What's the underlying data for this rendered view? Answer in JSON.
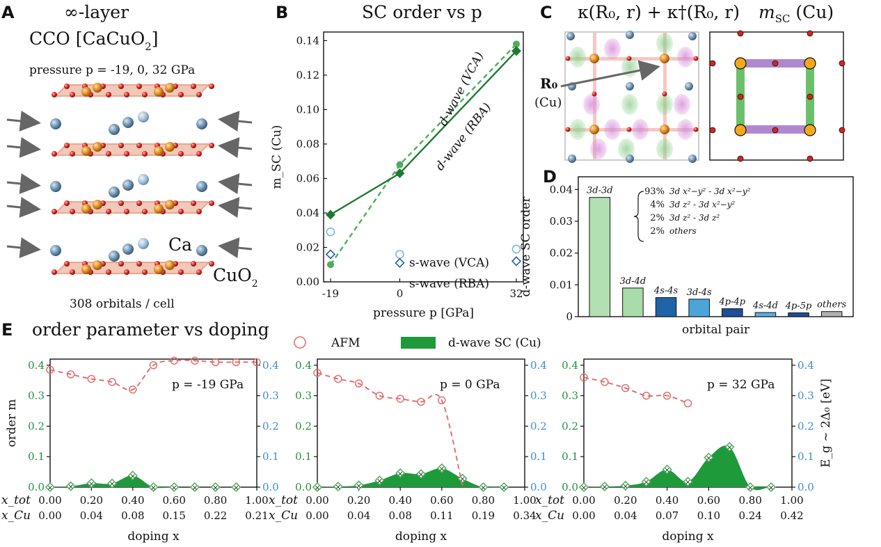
{
  "colors": {
    "dwave_vca": "#4caf5a",
    "dwave_rba": "#1e7a32",
    "swave_vca": "#7ab8e0",
    "swave_rba": "#1f5fa8",
    "afm": "#e07070",
    "sc_fill": "#1f9a3a",
    "gap_axis": "#3a8fd0",
    "bar_3d3d": "#b2e0b2",
    "bar_3d4d": "#a8dca8",
    "bar_4s4s": "#1f63a8",
    "bar_3d4s": "#4aa6d8",
    "bar_4p4p": "#1f4f9a",
    "bar_4s4d": "#5aaee0",
    "bar_4p5p": "#1e4f98",
    "bar_others": "#b0b0b0"
  },
  "panelA": {
    "letter": "A",
    "title1": "∞-layer",
    "title2_pre": "CCO [CaCuO",
    "title2_sub": "2",
    "title2_post": "]",
    "pressure_label": "pressure p = -19, 0, 32 GPa",
    "ca_label": "Ca",
    "cuo2_label": "CuO",
    "cuo2_sub": "2",
    "footer": "308 orbitals / cell"
  },
  "panelC": {
    "letter": "C",
    "title_left": "κ(R₀, r) + κ†(R₀, r)",
    "title_right": "m",
    "title_right_sub": "SC",
    "title_right_post": " (Cu)",
    "r0_label": "R₀",
    "cu_label": "(Cu)"
  },
  "chart_data": [
    {
      "panel": "B",
      "type": "line",
      "title": "SC order vs p",
      "xlabel": "pressure p [GPa]",
      "ylabel": "m_SC (Cu)",
      "x": [
        -19,
        0,
        32
      ],
      "xticks": [
        "-19",
        "0",
        "32"
      ],
      "ylim": [
        0,
        0.145
      ],
      "yticks": [
        "0.00",
        "0.02",
        "0.04",
        "0.06",
        "0.08",
        "0.10",
        "0.12",
        "0.14"
      ],
      "series": [
        {
          "name": "d-wave (VCA)",
          "values": [
            0.01,
            0.068,
            0.138
          ],
          "marker": "circle",
          "style": "dashed"
        },
        {
          "name": "d-wave (RBA)",
          "values": [
            0.039,
            0.063,
            0.134
          ],
          "marker": "diamond",
          "style": "solid"
        },
        {
          "name": "s-wave (VCA)",
          "values": [
            0.029,
            0.016,
            0.019
          ],
          "marker": "open-circle"
        },
        {
          "name": "s-wave (RBA)",
          "values": [
            0.016,
            0.011,
            0.012
          ],
          "marker": "open-diamond"
        }
      ]
    },
    {
      "panel": "D",
      "type": "bar",
      "xlabel": "orbital pair",
      "ylabel": "d-wave SC order",
      "ylim": [
        0,
        0.044
      ],
      "yticks": [
        "0",
        "0.01",
        "0.02",
        "0.03",
        "0.04"
      ],
      "categories": [
        "3d-3d",
        "3d-4d",
        "4s-4s",
        "3d-4s",
        "4p-4p",
        "4s-4d",
        "4p-5p",
        "others"
      ],
      "values": [
        0.0375,
        0.009,
        0.006,
        0.0055,
        0.0025,
        0.0013,
        0.0012,
        0.0016
      ],
      "annotations": [
        {
          "pct": "93%",
          "text": "3d x²−y² - 3d x²−y²"
        },
        {
          "pct": "4%",
          "text": "3d z² - 3d x²−y²"
        },
        {
          "pct": "2%",
          "text": "3d z² - 3d z²"
        },
        {
          "pct": "2%",
          "text": "others"
        }
      ]
    },
    {
      "panel": "E",
      "type": "area",
      "title": "order parameter vs doping",
      "legend": [
        "AFM",
        "d-wave SC (Cu)"
      ],
      "xlabel": "doping x",
      "ylabel_left": "order m",
      "ylabel_right": "E_g ~ 2Δ₀ [eV]",
      "ylim": [
        0,
        0.42
      ],
      "yticks": [
        "0.0",
        "0.1",
        "0.2",
        "0.3",
        "0.4"
      ],
      "row1_label": "x_tot",
      "row2_label": "x_Cu",
      "subplots": [
        {
          "label": "p = -19 GPa",
          "x_tot": [
            "0.00",
            "0.20",
            "0.40",
            "0.60",
            "0.80",
            "1.00"
          ],
          "x_cu": [
            "0.00",
            "0.04",
            "0.08",
            "0.15",
            "0.22",
            "0.21"
          ],
          "afm_x": [
            0.0,
            0.1,
            0.2,
            0.3,
            0.4,
            0.5,
            0.6,
            0.7,
            0.8,
            0.9,
            1.0
          ],
          "afm": [
            0.385,
            0.37,
            0.355,
            0.345,
            0.32,
            0.4,
            0.415,
            0.415,
            0.41,
            0.41,
            0.41
          ],
          "sc_x": [
            0.0,
            0.1,
            0.2,
            0.3,
            0.4,
            0.5,
            0.6,
            0.7,
            0.8,
            0.9,
            1.0
          ],
          "sc": [
            0.0,
            0.003,
            0.013,
            0.012,
            0.038,
            0.0,
            0.0,
            0.0,
            0.0,
            0.0,
            0.0
          ]
        },
        {
          "label": "p = 0 GPa",
          "x_tot": [
            "0.00",
            "0.20",
            "0.40",
            "0.60",
            "0.80",
            "1.00"
          ],
          "x_cu": [
            "0.00",
            "0.04",
            "0.08",
            "0.11",
            "0.19",
            "0.34"
          ],
          "afm_x": [
            0.0,
            0.1,
            0.2,
            0.3,
            0.4,
            0.5,
            0.6,
            0.7
          ],
          "afm": [
            0.375,
            0.355,
            0.34,
            0.3,
            0.29,
            0.28,
            0.285,
            0.005
          ],
          "sc_x": [
            0.0,
            0.1,
            0.2,
            0.3,
            0.4,
            0.5,
            0.6,
            0.7,
            0.8,
            0.9,
            1.0
          ],
          "sc": [
            0.0,
            0.002,
            0.006,
            0.022,
            0.046,
            0.043,
            0.062,
            0.028,
            0.0,
            0.0,
            0.0
          ]
        },
        {
          "label": "p = 32 GPa",
          "x_tot": [
            "0.00",
            "0.20",
            "0.40",
            "0.60",
            "0.80",
            "1.00"
          ],
          "x_cu": [
            "0.00",
            "0.04",
            "0.07",
            "0.10",
            "0.24",
            "0.42"
          ],
          "afm_x": [
            0.0,
            0.1,
            0.2,
            0.3,
            0.4,
            0.5
          ],
          "afm": [
            0.36,
            0.345,
            0.325,
            0.3,
            0.3,
            0.275
          ],
          "sc_x": [
            0.0,
            0.1,
            0.2,
            0.3,
            0.4,
            0.5,
            0.6,
            0.7,
            0.8,
            0.9,
            1.0
          ],
          "sc": [
            0.0,
            0.002,
            0.005,
            0.018,
            0.058,
            0.018,
            0.097,
            0.132,
            0.0,
            0.0,
            0.0
          ]
        }
      ]
    }
  ]
}
